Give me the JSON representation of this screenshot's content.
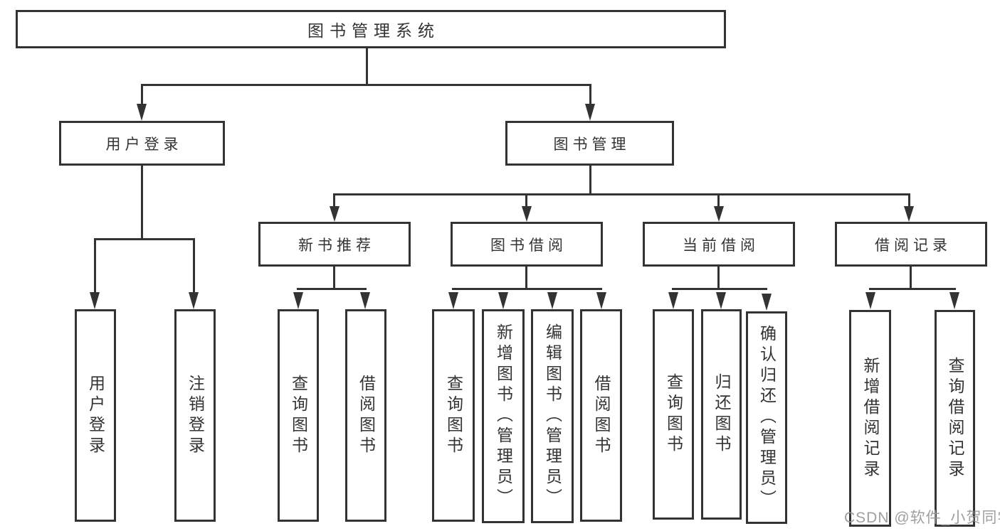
{
  "tree": {
    "root": {
      "label": "图书管理系统"
    },
    "level2": [
      {
        "label": "用户登录",
        "parent": "图书管理系统"
      },
      {
        "label": "图书管理",
        "parent": "图书管理系统"
      }
    ],
    "level3": [
      {
        "label": "新书推荐",
        "parent": "图书管理"
      },
      {
        "label": "图书借阅",
        "parent": "图书管理"
      },
      {
        "label": "当前借阅",
        "parent": "图书管理"
      },
      {
        "label": "借阅记录",
        "parent": "图书管理"
      }
    ],
    "leaves": [
      {
        "label": "用户登录",
        "parent": "用户登录"
      },
      {
        "label": "注销登录",
        "parent": "用户登录"
      },
      {
        "label": "查询图书",
        "parent": "新书推荐"
      },
      {
        "label": "借阅图书",
        "parent": "新书推荐"
      },
      {
        "label": "查询图书",
        "parent": "图书借阅"
      },
      {
        "label": "新增图书（管理员）",
        "parent": "图书借阅"
      },
      {
        "label": "编辑图书（管理员）",
        "parent": "图书借阅"
      },
      {
        "label": "借阅图书",
        "parent": "图书借阅"
      },
      {
        "label": "查询图书",
        "parent": "当前借阅"
      },
      {
        "label": "归还图书",
        "parent": "当前借阅"
      },
      {
        "label": "确认归还（管理员）",
        "parent": "当前借阅"
      },
      {
        "label": "新增借阅记录",
        "parent": "借阅记录"
      },
      {
        "label": "查询借阅记录",
        "parent": "借阅记录"
      }
    ]
  },
  "watermark": {
    "text": "CSDN @软件_小贺同学",
    "color": "#9a9a9a"
  },
  "colors": {
    "line": "#333333",
    "border": "#333333",
    "text": "#333333",
    "background": "#ffffff"
  }
}
